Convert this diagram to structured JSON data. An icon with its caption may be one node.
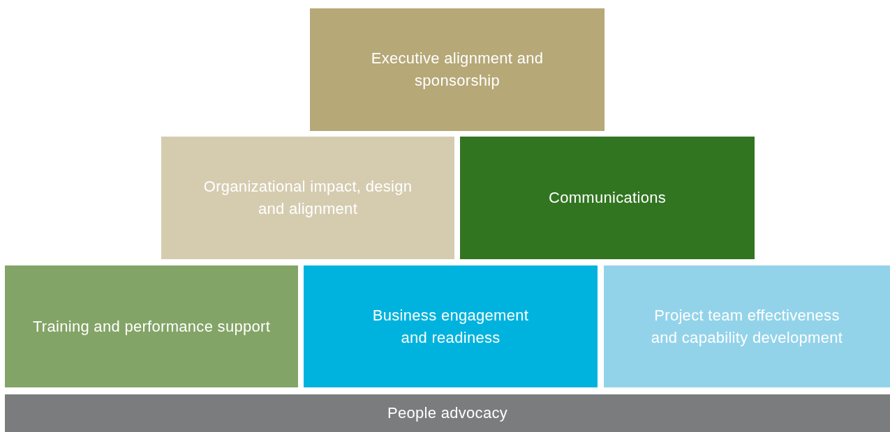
{
  "diagram": {
    "nodes": [
      {
        "text": [
          "Executive alignment and sponsorship"
        ]
      },
      {
        "text": [
          "Organizational impact, design and alignment"
        ]
      },
      {
        "text": [
          "Communications"
        ]
      },
      {
        "text": [
          "Training and performance support"
        ]
      },
      {
        "text": [
          "Business engagement and readiness"
        ]
      },
      {
        "text": [
          "Project team effectiveness and capability development"
        ]
      },
      {
        "text": [
          "People advocacy"
        ]
      }
    ]
  }
}
